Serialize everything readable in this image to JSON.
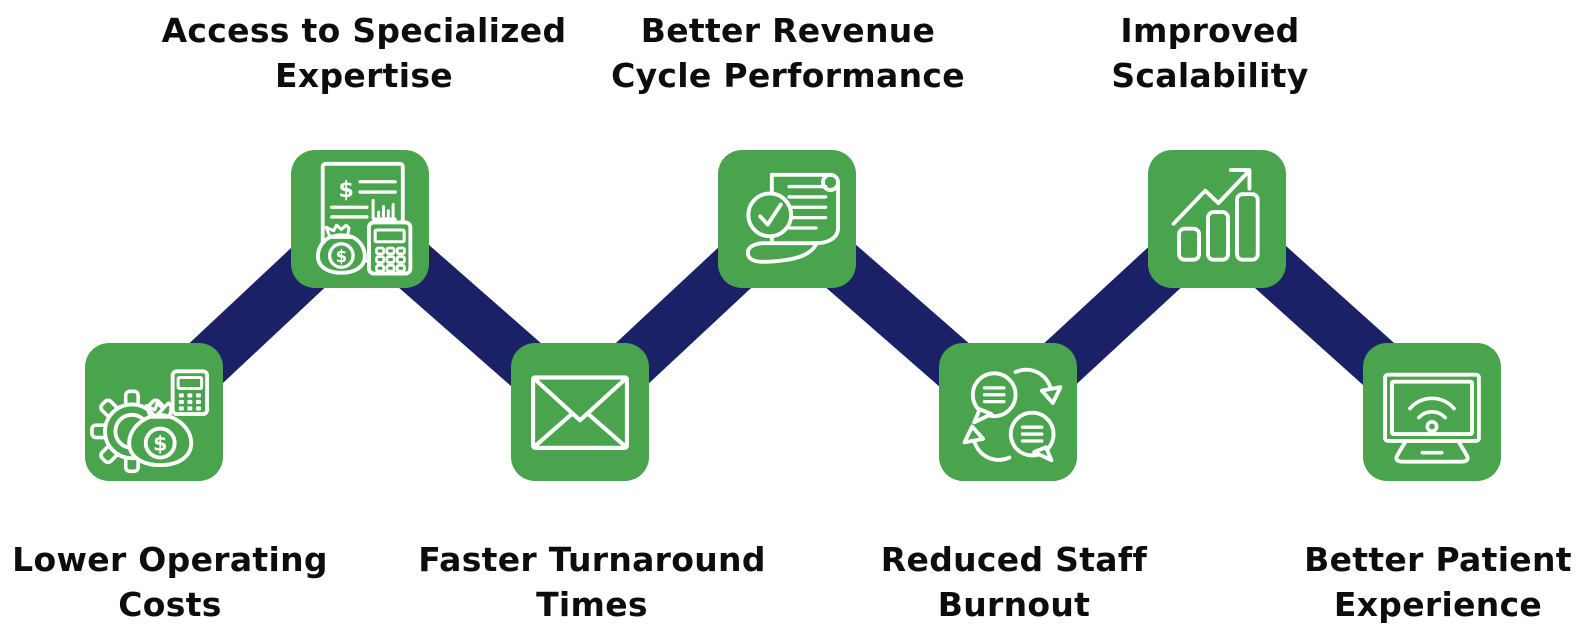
{
  "colors": {
    "tile_green": "#4aa34d",
    "connector_navy": "#1b2166",
    "icon_stroke": "#ffffff",
    "label_text": "#0d0d0d",
    "background": "#ffffff"
  },
  "benefits": [
    {
      "label": "Lower Operating Costs",
      "lines": [
        "Lower Operating",
        "Costs"
      ],
      "position": "bottom",
      "icon": "gear-money-bag-calculator-icon"
    },
    {
      "label": "Access to Specialized Expertise",
      "lines": [
        "Access to Specialized",
        "Expertise"
      ],
      "position": "top",
      "icon": "billing-statement-money-calculator-icon"
    },
    {
      "label": "Faster Turnaround Times",
      "lines": [
        "Faster Turnaround",
        "Times"
      ],
      "position": "bottom",
      "icon": "envelope-icon"
    },
    {
      "label": "Better Revenue Cycle Performance",
      "lines": [
        "Better Revenue",
        "Cycle Performance"
      ],
      "position": "top",
      "icon": "scroll-checkmark-icon"
    },
    {
      "label": "Reduced Staff Burnout",
      "lines": [
        "Reduced Staff",
        "Burnout"
      ],
      "position": "bottom",
      "icon": "chat-bubbles-sync-icon"
    },
    {
      "label": "Improved Scalability",
      "lines": [
        "Improved",
        "Scalability"
      ],
      "position": "top",
      "icon": "growth-bar-chart-icon"
    },
    {
      "label": "Better Patient Experience",
      "lines": [
        "Better Patient",
        "Experience"
      ],
      "position": "bottom",
      "icon": "monitor-wifi-icon"
    }
  ]
}
